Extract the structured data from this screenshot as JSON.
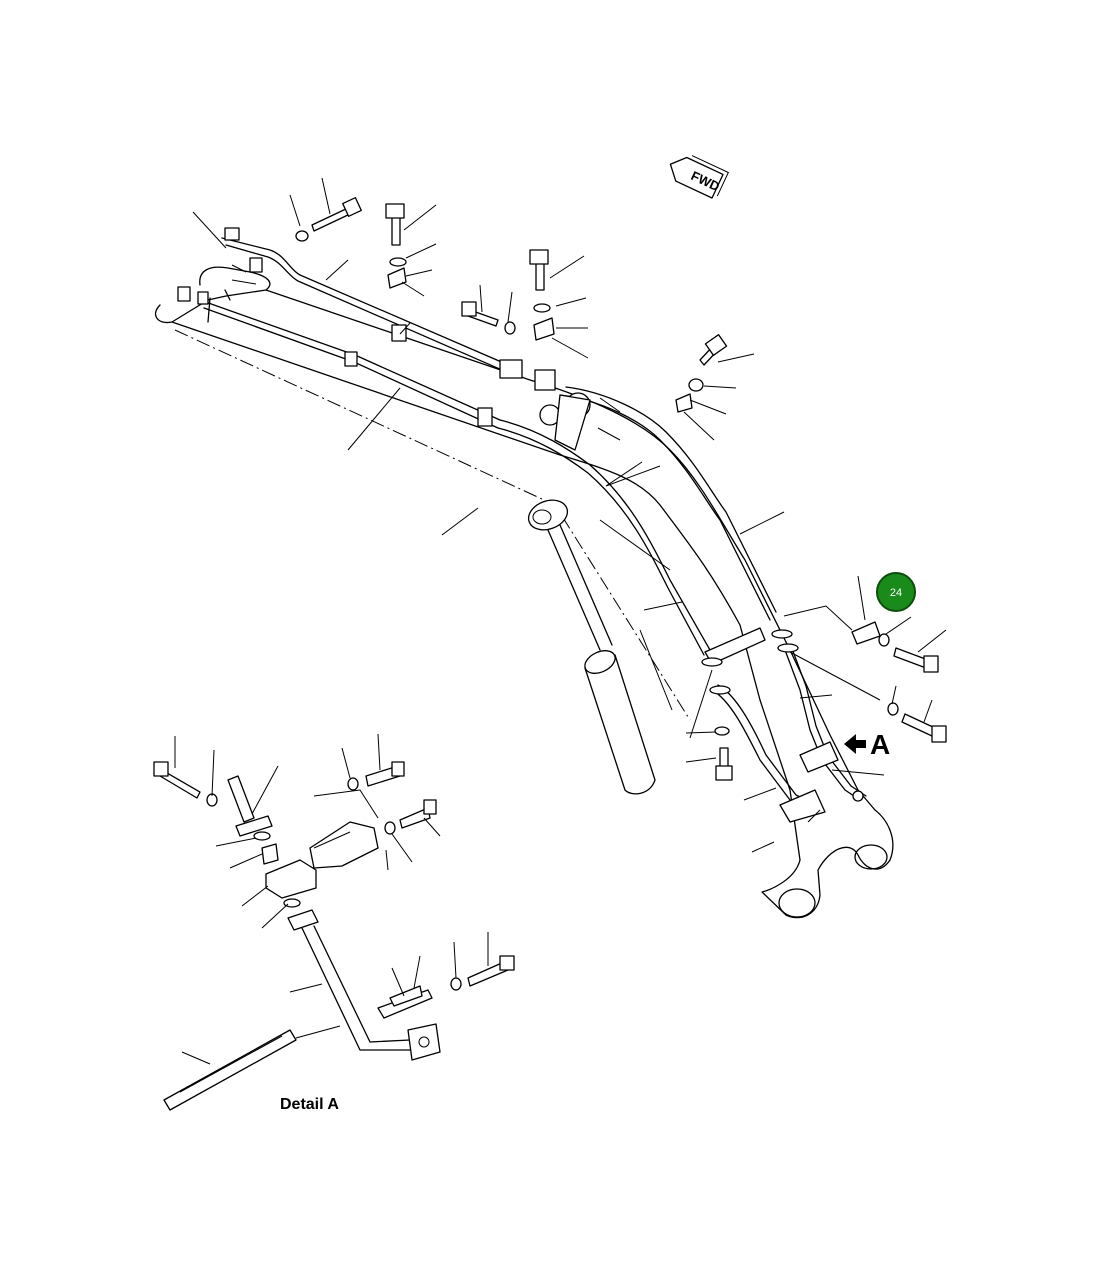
{
  "diagram": {
    "fwd_label": "FWD",
    "view_marker": "A",
    "detail_caption": "Detail  A",
    "callout": {
      "number": "24",
      "color": "#1a8a1a"
    }
  }
}
